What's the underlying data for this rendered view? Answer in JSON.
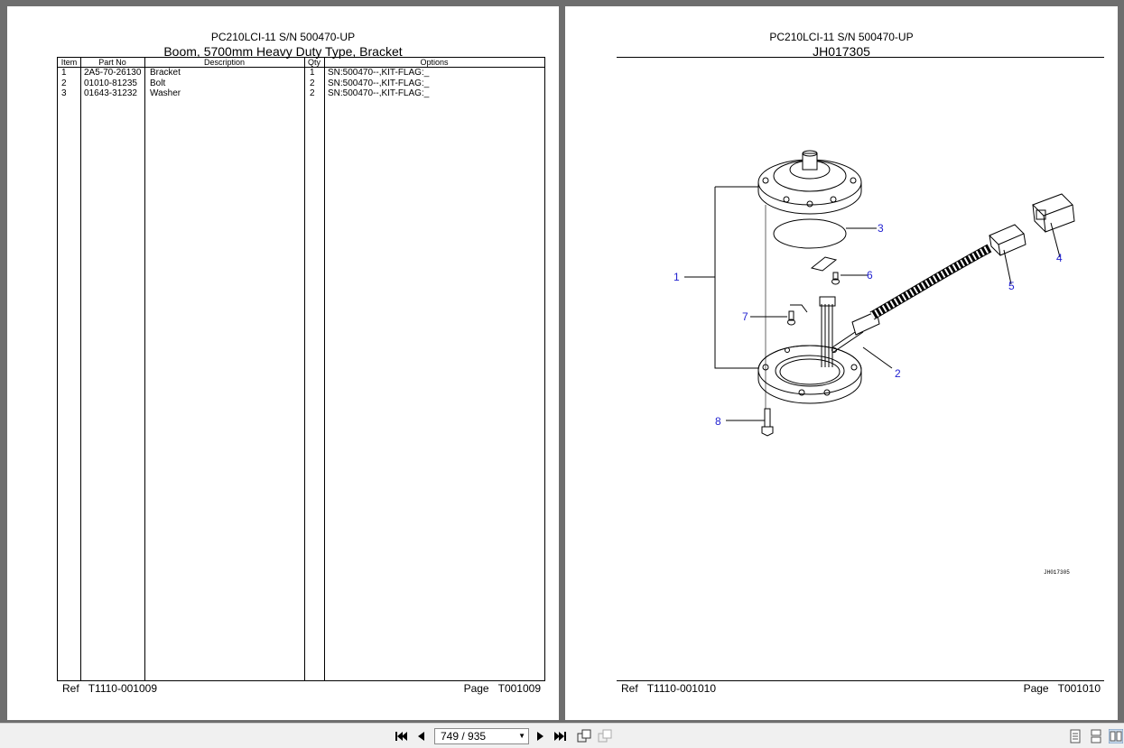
{
  "left_page": {
    "model": "PC210LCI-11 S/N 500470-UP",
    "title": "Boom, 5700mm Heavy Duty Type, Bracket",
    "columns": {
      "item": "Item",
      "part_no": "Part No",
      "description": "Description",
      "qty": "Qty",
      "options": "Options"
    },
    "rows": [
      {
        "item": "1",
        "part_no": "2A5-70-26130",
        "description": "Bracket",
        "qty": "1",
        "options": "SN:500470--,KIT-FLAG:_"
      },
      {
        "item": "2",
        "part_no": "01010-81235",
        "description": "Bolt",
        "qty": "2",
        "options": "SN:500470--,KIT-FLAG:_"
      },
      {
        "item": "3",
        "part_no": "01643-31232",
        "description": "Washer",
        "qty": "2",
        "options": "SN:500470--,KIT-FLAG:_"
      }
    ],
    "ref_label": "Ref",
    "ref_value": "T1110-001009",
    "page_label": "Page",
    "page_value": "T001009"
  },
  "right_page": {
    "model": "PC210LCI-11 S/N 500470-UP",
    "drawing_no": "JH017305",
    "drawing_stamp": "JH017305",
    "callouts": [
      "1",
      "2",
      "3",
      "4",
      "5",
      "6",
      "7",
      "8"
    ],
    "ref_label": "Ref",
    "ref_value": "T1110-001010",
    "page_label": "Page",
    "page_value": "T001010"
  },
  "toolbar": {
    "page_indicator": "749 / 935",
    "icons": [
      "first-page-icon",
      "prev-page-icon",
      "next-page-icon",
      "last-page-icon",
      "fit-page-icon",
      "fit-width-icon",
      "single-page-icon",
      "continuous-page-icon",
      "two-page-icon"
    ]
  },
  "colors": {
    "background": "#6e6e6e",
    "callout": "#1f1fd0",
    "toolbar": "#f0f0f0"
  }
}
